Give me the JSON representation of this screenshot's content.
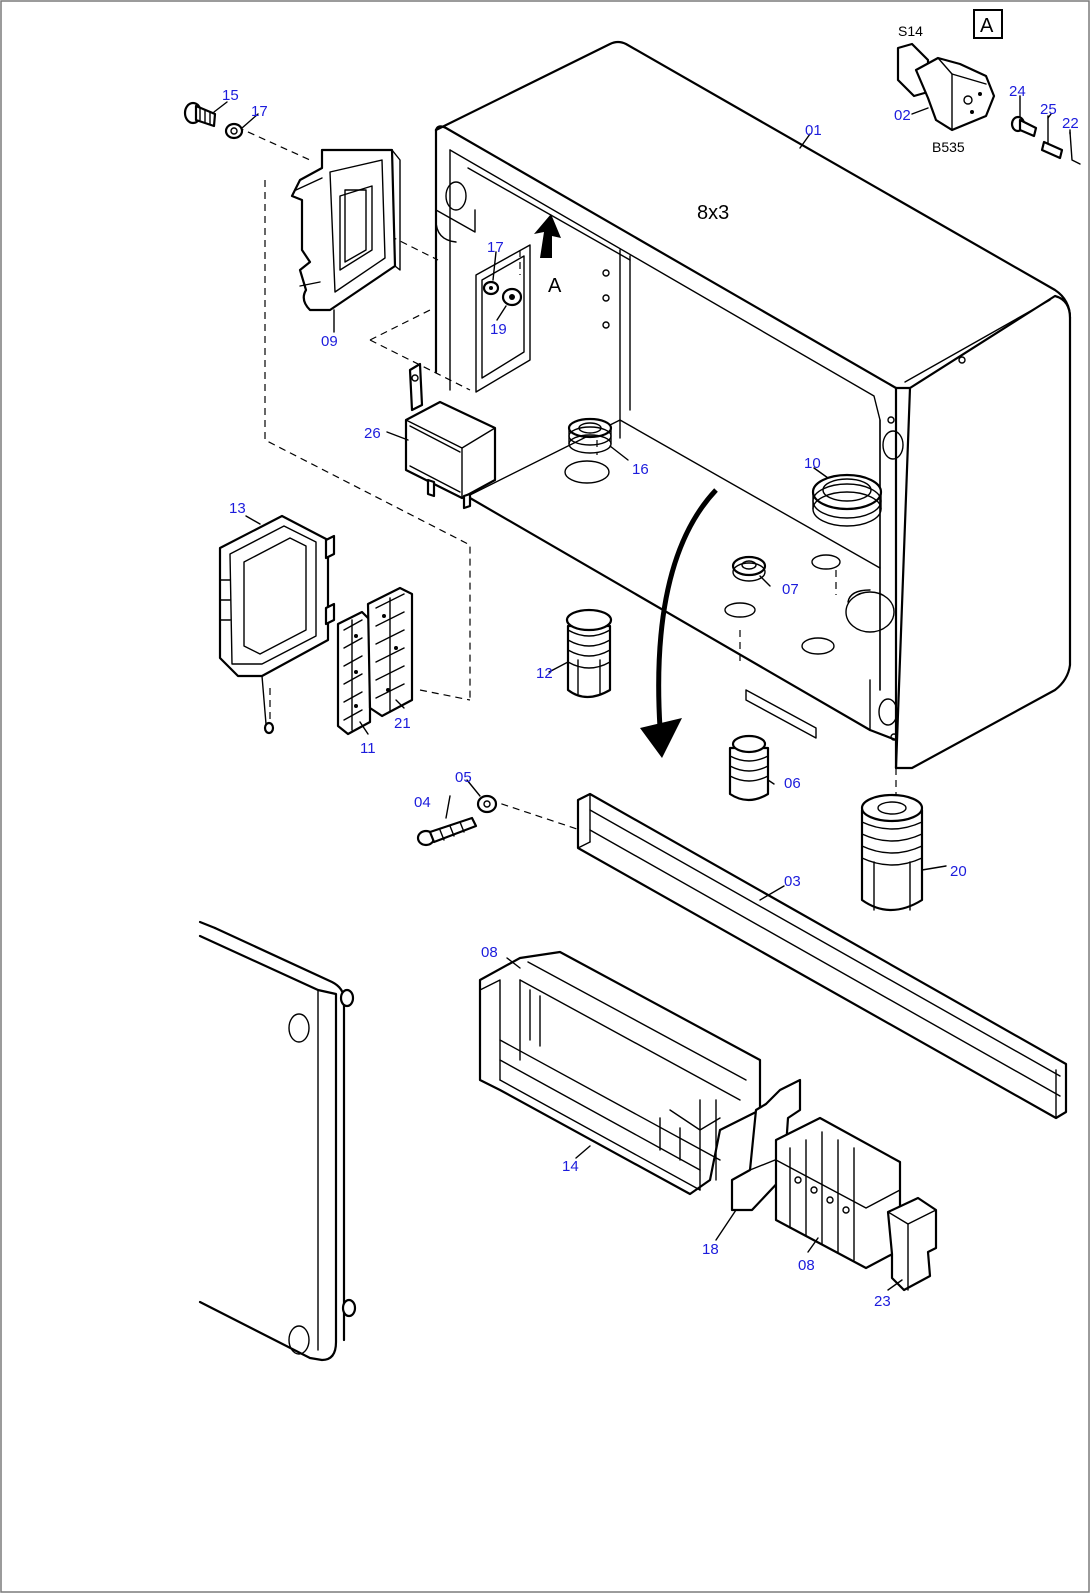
{
  "view_label": "A",
  "arrow_label": "A",
  "dimension_text": "8x3",
  "switch_code_top": "S14",
  "switch_code_bottom": "B535",
  "callouts": [
    "01",
    "02",
    "03",
    "04",
    "05",
    "06",
    "07",
    "08",
    "08",
    "09",
    "10",
    "11",
    "12",
    "13",
    "14",
    "15",
    "16",
    "17",
    "17",
    "18",
    "19",
    "20",
    "21",
    "22",
    "23",
    "24",
    "25",
    "26"
  ],
  "colors": {
    "callout": "#1c1cdc",
    "line": "#000000",
    "frame": "#7a7a7a"
  }
}
